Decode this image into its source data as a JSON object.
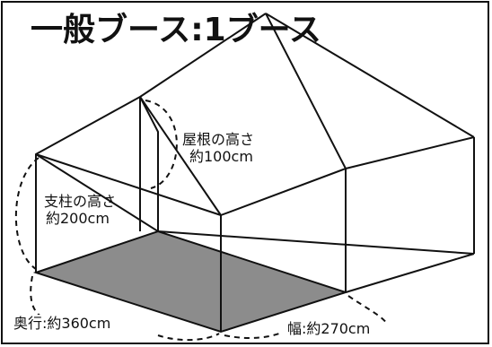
{
  "title": "一般ブース:1ブース",
  "labels": {
    "roof_height_line1": "屋根の高さ",
    "roof_height_line2": "約100cm",
    "post_height_line1": "支柱の高さ",
    "post_height_line2": "約200cm",
    "depth": "奥行:約360cm",
    "width": "幅:約270cm"
  },
  "colors": {
    "line": "#111111",
    "floor": "#8c8c8c",
    "background": "#ffffff"
  }
}
